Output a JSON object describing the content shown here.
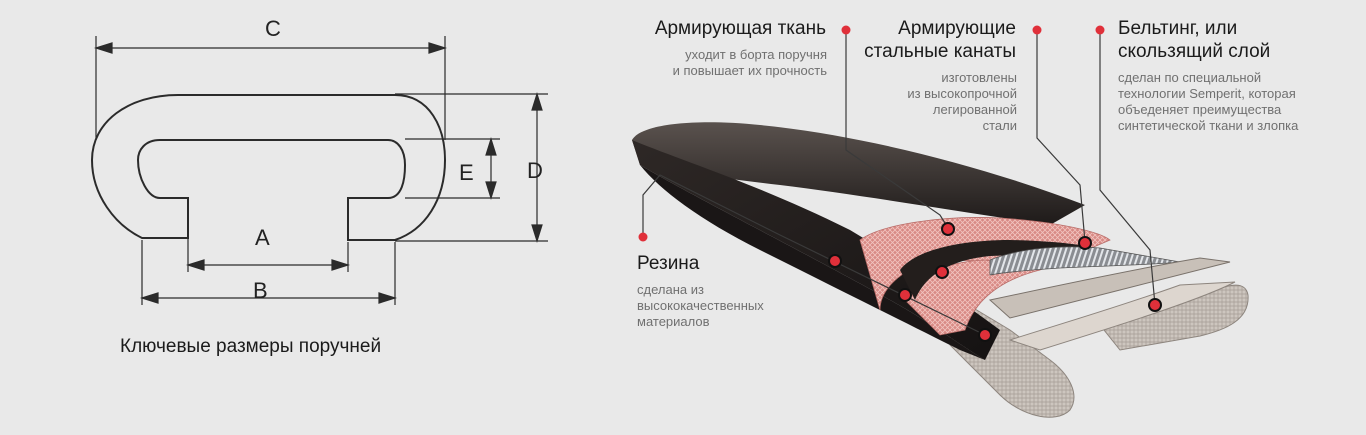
{
  "dimensions": {
    "caption": "Ключевые размеры поручней",
    "labels": {
      "a": "A",
      "b": "B",
      "c": "C",
      "d": "D",
      "e": "E"
    }
  },
  "callouts": {
    "fabric": {
      "title": "Армирующая ткань",
      "desc": [
        "уходит в борта поручня",
        "и повышает их прочность"
      ]
    },
    "cables": {
      "title": [
        "Армирующие",
        "стальные канаты"
      ],
      "desc": [
        "изготовлены",
        "из высокопрочной",
        "легированной",
        "стали"
      ]
    },
    "belting": {
      "title": [
        "Бельтинг, или",
        "скользящий слой"
      ],
      "desc": [
        "сделан по специальной",
        "технологии Semperit, которая",
        "объеденяет преимущества",
        "синтетической  ткани и злопка"
      ]
    },
    "rubber": {
      "title": "Резина",
      "desc": [
        "сделана из",
        "высококачественных",
        "материалов"
      ]
    }
  },
  "colors": {
    "accent": "#e0303a",
    "rubber": "#2a2422",
    "fabric": "#d98a86",
    "belting": "#cfc8c2",
    "line": "#3a3a3a"
  }
}
